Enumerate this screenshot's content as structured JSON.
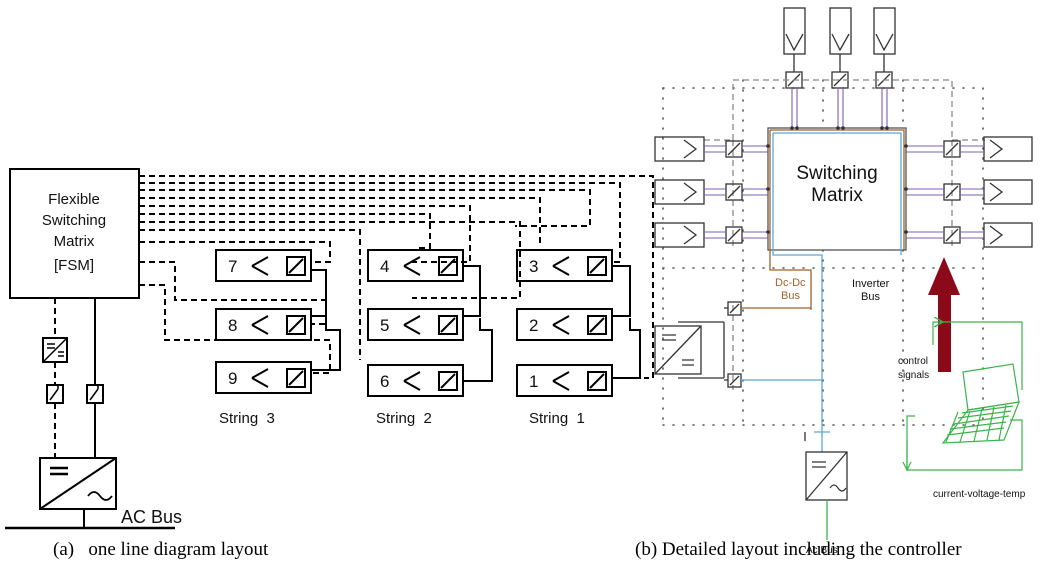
{
  "panel_a": {
    "fsm": {
      "line1": "Flexible",
      "line2": "Switching",
      "line3": "Matrix",
      "line4": "[FSM]"
    },
    "modules": [
      {
        "num": "7"
      },
      {
        "num": "8"
      },
      {
        "num": "9"
      },
      {
        "num": "4"
      },
      {
        "num": "5"
      },
      {
        "num": "6"
      },
      {
        "num": "3"
      },
      {
        "num": "2"
      },
      {
        "num": "1"
      }
    ],
    "strings": [
      "String  3",
      "String  2",
      "String  1"
    ],
    "ac_bus": "AC Bus",
    "caption": "(a)   one line diagram layout"
  },
  "panel_b": {
    "matrix_line1": "Switching",
    "matrix_line2": "Matrix",
    "dcdc_line1": "Dc-Dc",
    "dcdc_line2": "Bus",
    "inverter_line1": "Inverter",
    "inverter_line2": "Bus",
    "control_line1": "control",
    "control_line2": "signals",
    "sensor_label": "current-voltage-temp",
    "ac_bus": "Ac Bus",
    "caption": "(b) Detailed layout including the controller",
    "colors": {
      "dcdc_bus": "#a0622a",
      "inverter_bus": "#5aa8d8",
      "control": "#3cb44b",
      "arrow": "#8b0a1a",
      "module_bus": "#7a5fb0"
    }
  }
}
